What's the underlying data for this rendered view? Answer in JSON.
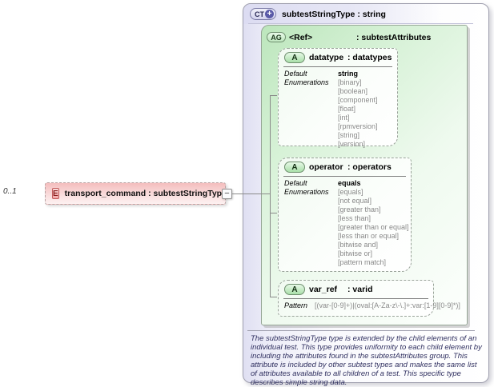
{
  "element": {
    "cardinality": "0..1",
    "icon": "E",
    "label": "transport_command : subtestStringType",
    "toggle": "−"
  },
  "complex_type": {
    "icon": "CT",
    "icon_plus": "+",
    "title": "subtestStringType : string",
    "attribute_group": {
      "icon": "AG",
      "name": "<Ref>",
      "type": ": subtestAttributes",
      "attributes": [
        {
          "icon": "A",
          "name": "datatype",
          "type": ": datatypes",
          "rows": [
            {
              "label": "Default",
              "kind": "default",
              "values": [
                "string"
              ]
            },
            {
              "label": "Enumerations",
              "kind": "enum",
              "values": [
                "[binary]",
                "[boolean]",
                "[component]",
                "[float]",
                "[int]",
                "[rpmversion]",
                "[string]",
                "[version]"
              ]
            }
          ]
        },
        {
          "icon": "A",
          "name": "operator",
          "type": ": operators",
          "rows": [
            {
              "label": "Default",
              "kind": "default",
              "values": [
                "equals"
              ]
            },
            {
              "label": "Enumerations",
              "kind": "enum",
              "values": [
                "[equals]",
                "[not equal]",
                "[greater than]",
                "[less than]",
                "[greater than or equal]",
                "[less than or equal]",
                "[bitwise and]",
                "[bitwise or]",
                "[pattern match]"
              ]
            }
          ]
        },
        {
          "icon": "A",
          "name": "var_ref",
          "type": ": varid",
          "rows": [
            {
              "label": "Pattern",
              "kind": "pattern",
              "values": [
                "[(var-[0-9]+)|(oval:[A-Za-z\\-\\.]+:var:[1-9][0-9]*)]"
              ]
            }
          ]
        }
      ]
    },
    "annotation": "The subtestStringType type is extended by the child elements of an individual test.  This type provides uniformity to each child element by including the attributes found in the subtestAttributes group.  This attribute is included by other subtest types and makes the same list of attributes available to all children of a test.  This specific type describes simple string data."
  },
  "colors": {
    "element_fill": "#f4bebe",
    "element_icon_border": "#c25a5a",
    "attribute_green": "#bce6bc",
    "type_lavender": "#dfdff2",
    "border_gray": "#9f9fae",
    "enum_text_gray": "#8a8a8a",
    "annotation_text": "#303060",
    "connector_gray": "#8a8a8a"
  }
}
